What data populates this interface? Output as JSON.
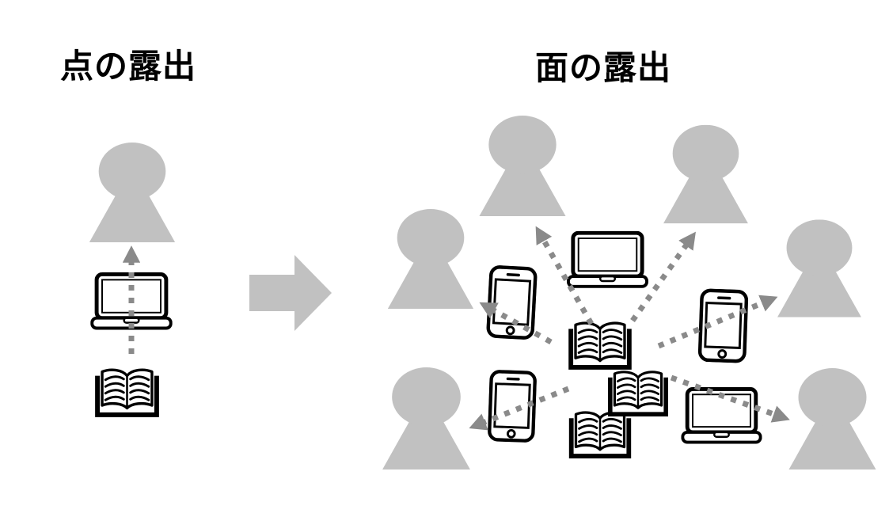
{
  "titles": {
    "left": "点の露出",
    "right": "面の露出"
  },
  "colors": {
    "background": "#ffffff",
    "title_text": "#000000",
    "silhouette_gray": "#c1c1c1",
    "transition_arrow_gray": "#c1c1c1",
    "dotted_arrow_gray": "#8a8a8a",
    "icon_outline": "#000000"
  },
  "icons": {
    "person": "person-silhouette-icon",
    "book": "open-book-icon",
    "laptop": "laptop-icon",
    "smartphone": "smartphone-icon",
    "dotted_arrow": "dotted-arrow",
    "transition_arrow": "block-arrow-right"
  },
  "left_diagram": {
    "label": "点の露出",
    "people_count": 1,
    "books_count": 1,
    "laptops_count": 1,
    "dotted_arrows_count": 1
  },
  "right_diagram": {
    "label": "面の露出",
    "people_count": 6,
    "books_count": 3,
    "laptops_count": 2,
    "smartphones_count": 3,
    "dotted_arrows_count": 6
  }
}
